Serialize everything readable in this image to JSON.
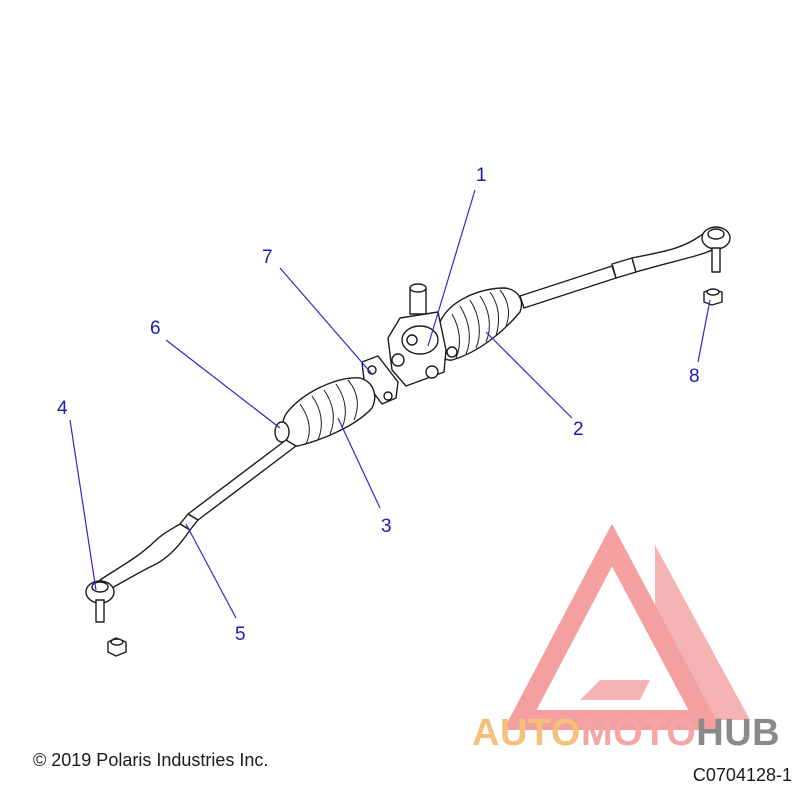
{
  "callouts": [
    "1",
    "2",
    "3",
    "4",
    "5",
    "6",
    "7",
    "8"
  ],
  "copyright": "© 2019 Polaris Industries Inc.",
  "figure_id": "C0704128-1",
  "watermark": {
    "part1": "AUTO",
    "part2": "MOTO",
    "part3": "HUB",
    "colors": {
      "auto": "#f4c07a",
      "moto": "#f4a5a5",
      "hub": "#8a8a8a",
      "logo": "#f08080"
    }
  }
}
